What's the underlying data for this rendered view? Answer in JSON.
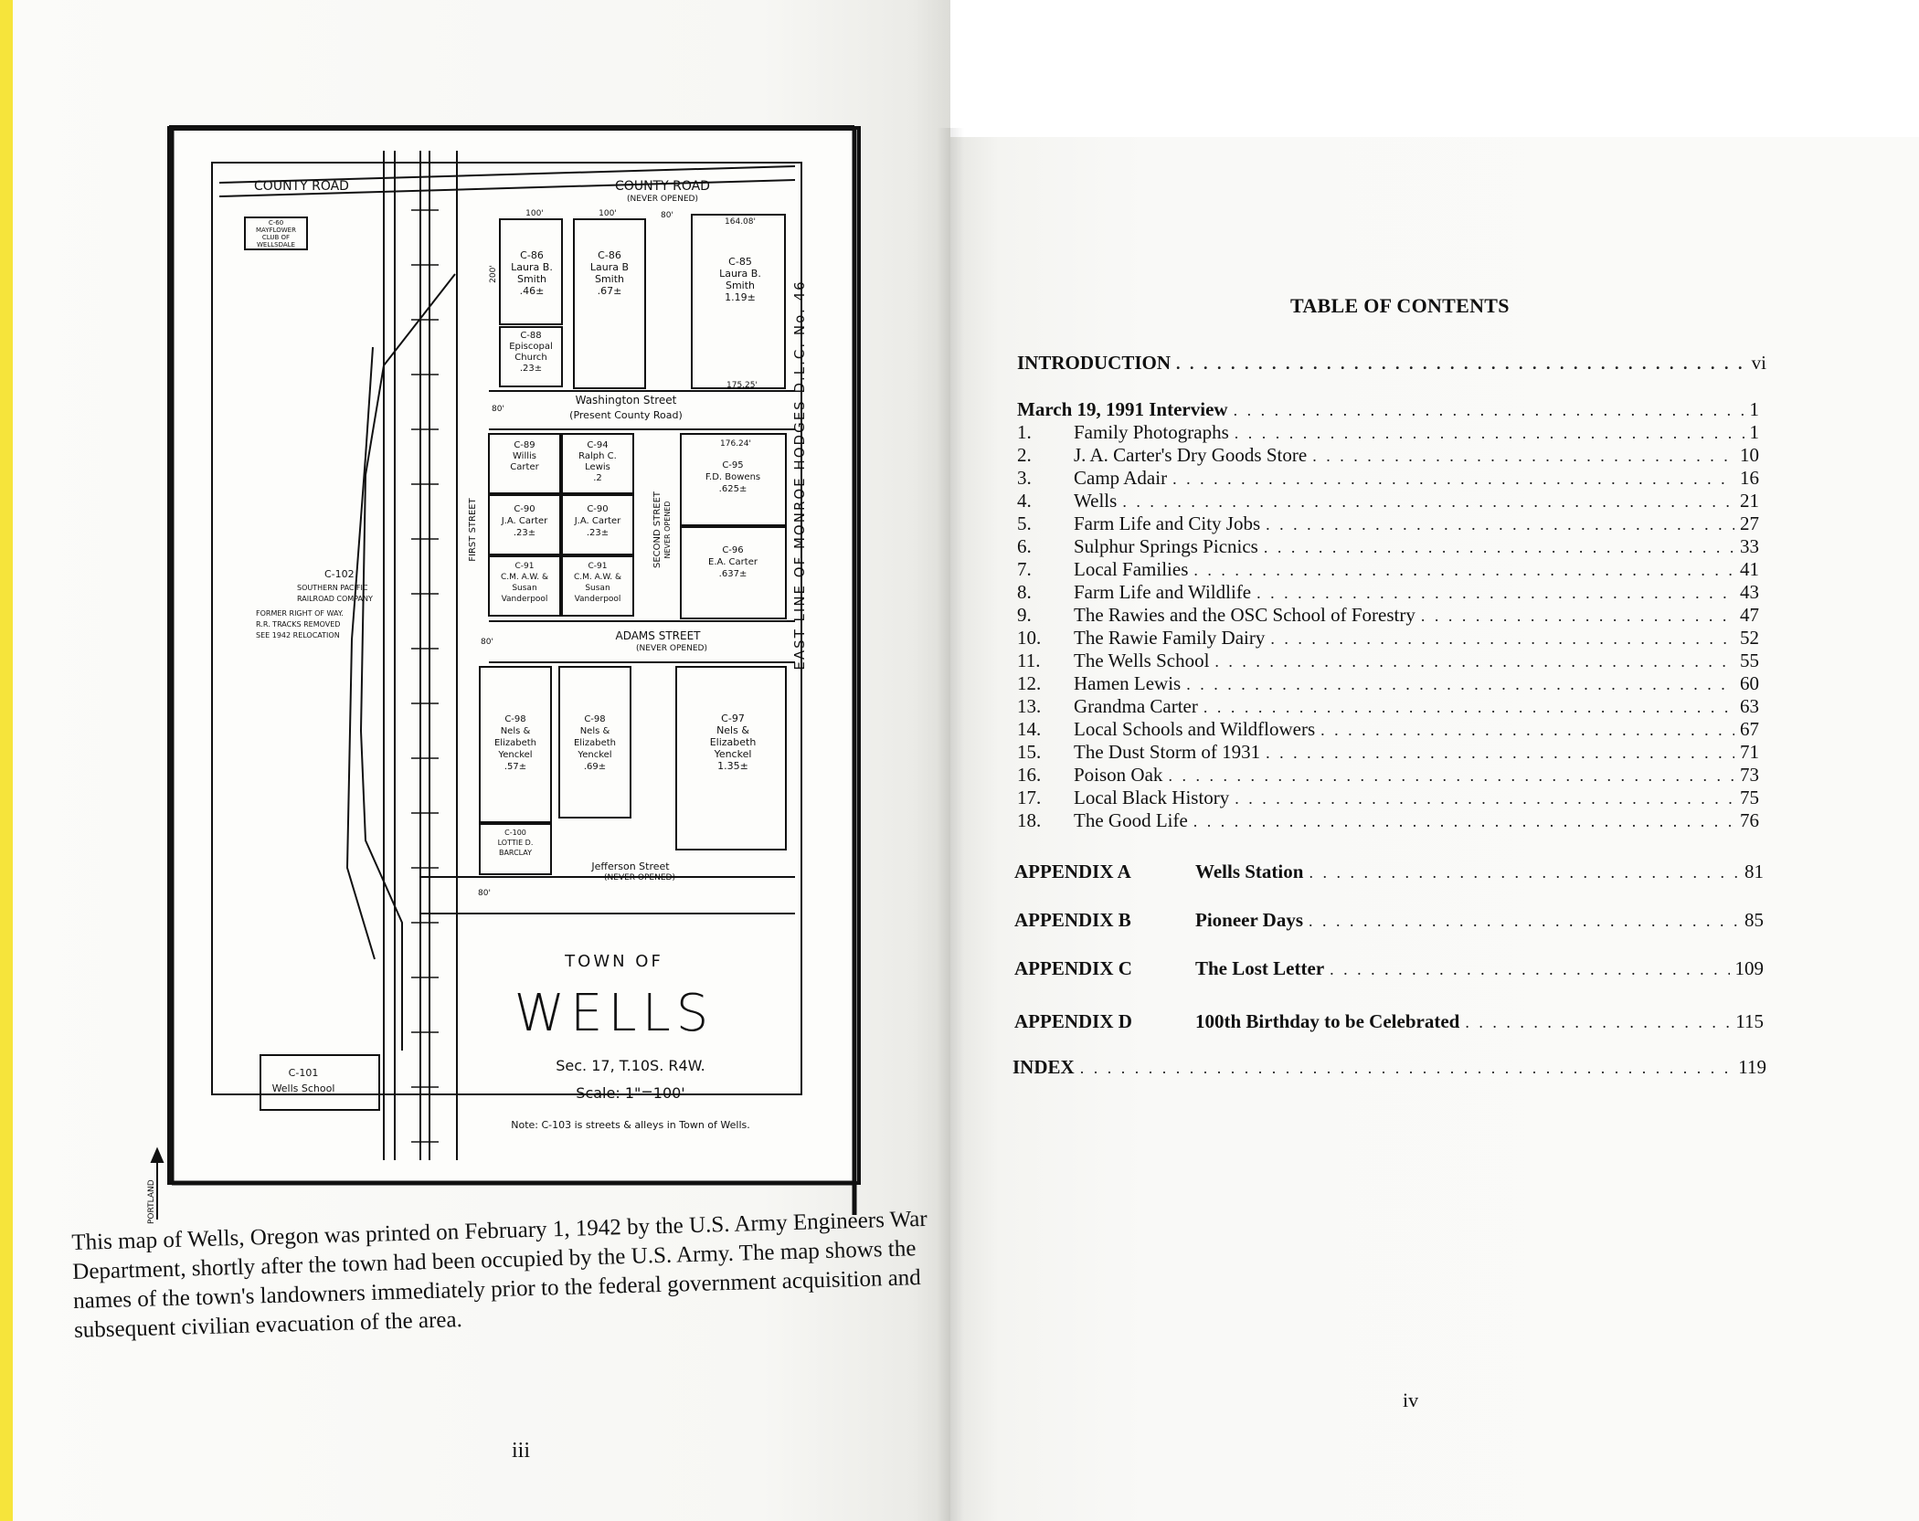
{
  "map": {
    "roads": {
      "county_road_left": "COUNTY ROAD",
      "county_road_right": "COUNTY ROAD",
      "never_opened": "(NEVER OPENED)",
      "washington": "Washington Street",
      "washington_sub": "(Present County Road)",
      "adams": "ADAMS STREET",
      "adams_sub": "(NEVER OPENED)",
      "jefferson": "Jefferson Street",
      "jefferson_sub": "(NEVER OPENED)",
      "first_street": "FIRST STREET",
      "second_street": "SECOND STREET",
      "second_sub": "NEVER OPENED",
      "east_line": "EAST LINE OF MONROE HODGES D.L.C. No. 46"
    },
    "dims": [
      "100'",
      "100'",
      "80'",
      "164.08'",
      "175.25'",
      "176.24'",
      "80'",
      "80'",
      "80'",
      "200'"
    ],
    "parcels": [
      {
        "id": "C-60",
        "lines": [
          "C-60",
          "MAYFLOWER",
          "CLUB OF",
          "WELLSDALE"
        ]
      },
      {
        "id": "C-86a",
        "lines": [
          "C-86",
          "Laura B.",
          "Smith",
          ".46±"
        ]
      },
      {
        "id": "C-86b",
        "lines": [
          "C-86",
          "Laura B",
          "Smith",
          ".67±"
        ]
      },
      {
        "id": "C-85",
        "lines": [
          "C-85",
          "Laura B.",
          "Smith",
          "1.19±"
        ]
      },
      {
        "id": "C-88",
        "lines": [
          "C-88",
          "Episcopal",
          "Church",
          ".23±"
        ]
      },
      {
        "id": "C-89",
        "lines": [
          "C-89",
          "Willis",
          "Carter"
        ]
      },
      {
        "id": "C-94",
        "lines": [
          "C-94",
          "Ralph C.",
          "Lewis",
          ".2"
        ]
      },
      {
        "id": "C-95",
        "lines": [
          "C-95",
          "F.D. Bowens",
          ".625±"
        ]
      },
      {
        "id": "C-90a",
        "lines": [
          "C-90",
          "J.A. Carter",
          ".23±"
        ]
      },
      {
        "id": "C-90b",
        "lines": [
          "C-90",
          "J.A. Carter",
          ".23±"
        ]
      },
      {
        "id": "C-96",
        "lines": [
          "C-96",
          "E.A. Carter",
          ".637±"
        ]
      },
      {
        "id": "C-91a",
        "lines": [
          "C-91",
          "C.M. A.W. &",
          "Susan",
          "Vanderpool"
        ]
      },
      {
        "id": "C-91b",
        "lines": [
          "C-91",
          "C.M. A.W. &",
          "Susan",
          "Vanderpool"
        ]
      },
      {
        "id": "C-102",
        "lines": [
          "C-102",
          "SOUTHERN PACIFIC",
          "RAILROAD COMPANY",
          "FORMER RIGHT OF WAY.",
          "R.R. TRACKS REMOVED",
          "SEE 1942 RELOCATION"
        ]
      },
      {
        "id": "C-98a",
        "lines": [
          "C-98",
          "Nels &",
          "Elizabeth",
          "Yenckel",
          ".57±"
        ]
      },
      {
        "id": "C-98b",
        "lines": [
          "C-98",
          "Nels &",
          "Elizabeth",
          "Yenckel",
          ".69±"
        ]
      },
      {
        "id": "C-97",
        "lines": [
          "C-97",
          "Nels &",
          "Elizabeth",
          "Yenckel",
          "1.35±"
        ]
      },
      {
        "id": "C-100",
        "lines": [
          "C-100",
          "LOTTIE D.",
          "BARCLAY"
        ]
      },
      {
        "id": "C-101",
        "lines": [
          "C-101",
          "Wells School"
        ]
      }
    ],
    "title_small": "TOWN OF",
    "title_big": "WELLS",
    "section": "Sec. 17, T.10S. R4W.",
    "scale": "Scale: 1\"=100'",
    "note": "Note: C-103 is streets & alleys in Town of Wells.",
    "portland": "PORTLAND"
  },
  "caption": "This map of Wells, Oregon was printed on February 1, 1942 by the U.S. Army Engineers War Department, shortly after the town had been occupied by the U.S. Army. The map shows the names of the town's landowners immediately prior to the federal government acquisition and subsequent civilian evacuation of the area.",
  "page_left": "iii",
  "page_right": "iv",
  "toc": {
    "title": "TABLE OF CONTENTS",
    "introduction": {
      "label": "INTRODUCTION",
      "page": "vi"
    },
    "interview_heading": {
      "label": "March 19, 1991 Interview",
      "page": "1"
    },
    "items": [
      {
        "n": "1.",
        "label": "Family Photographs",
        "page": "1"
      },
      {
        "n": "2.",
        "label": "J. A. Carter's Dry Goods Store",
        "page": "10"
      },
      {
        "n": "3.",
        "label": "Camp Adair",
        "page": "16"
      },
      {
        "n": "4.",
        "label": "Wells",
        "page": "21"
      },
      {
        "n": "5.",
        "label": "Farm Life and City Jobs",
        "page": "27"
      },
      {
        "n": "6.",
        "label": "Sulphur Springs Picnics",
        "page": "33"
      },
      {
        "n": "7.",
        "label": "Local Families",
        "page": "41"
      },
      {
        "n": "8.",
        "label": "Farm Life and Wildlife",
        "page": "43"
      },
      {
        "n": "9.",
        "label": "The Rawies and the OSC School of Forestry",
        "page": "47"
      },
      {
        "n": "10.",
        "label": "The Rawie Family Dairy",
        "page": "52"
      },
      {
        "n": "11.",
        "label": "The Wells School",
        "page": "55"
      },
      {
        "n": "12.",
        "label": "Hamen Lewis",
        "page": "60"
      },
      {
        "n": "13.",
        "label": "Grandma Carter",
        "page": "63"
      },
      {
        "n": "14.",
        "label": "Local Schools and Wildflowers",
        "page": "67"
      },
      {
        "n": "15.",
        "label": "The Dust Storm of 1931",
        "page": "71"
      },
      {
        "n": "16.",
        "label": "Poison Oak",
        "page": "73"
      },
      {
        "n": "17.",
        "label": "Local Black History",
        "page": "75"
      },
      {
        "n": "18.",
        "label": "The Good Life",
        "page": "76"
      }
    ],
    "appendices": [
      {
        "label": "APPENDIX A",
        "title": "Wells Station",
        "page": "81"
      },
      {
        "label": "APPENDIX B",
        "title": "Pioneer Days",
        "page": "85"
      },
      {
        "label": "APPENDIX C",
        "title": "The Lost Letter",
        "page": "109"
      },
      {
        "label": "APPENDIX D",
        "title": "100th Birthday to be Celebrated",
        "page": "115"
      }
    ],
    "index": {
      "label": "INDEX",
      "page": "119"
    }
  }
}
